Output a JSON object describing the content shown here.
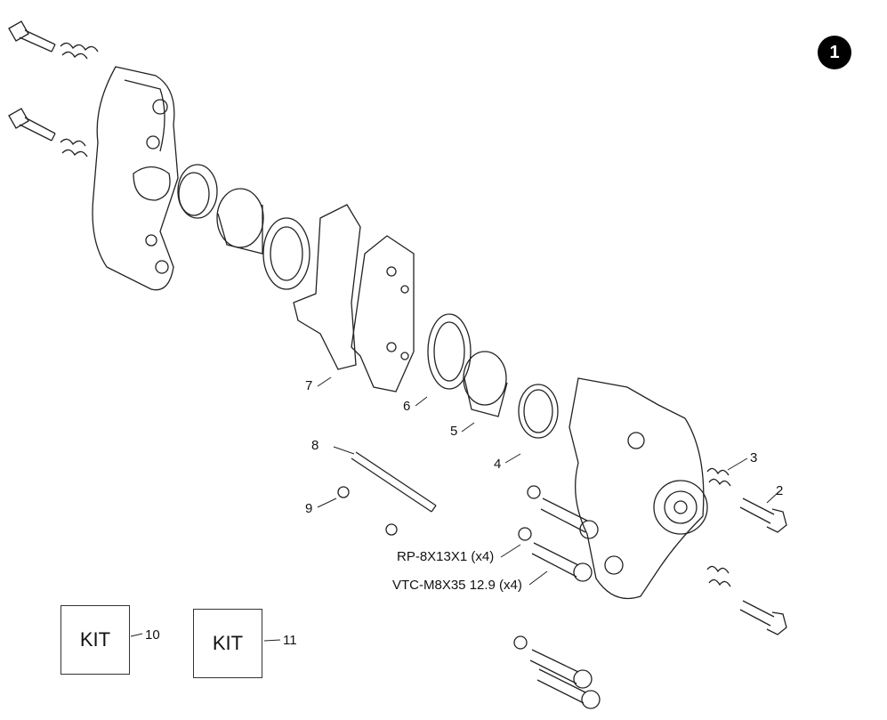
{
  "diagram": {
    "group_number": "1",
    "callouts": [
      {
        "id": "2",
        "text": "2"
      },
      {
        "id": "3",
        "text": "3"
      },
      {
        "id": "4",
        "text": "4"
      },
      {
        "id": "5",
        "text": "5"
      },
      {
        "id": "6",
        "text": "6"
      },
      {
        "id": "7",
        "text": "7"
      },
      {
        "id": "8",
        "text": "8"
      },
      {
        "id": "9",
        "text": "9"
      },
      {
        "id": "10",
        "text": "10"
      },
      {
        "id": "11",
        "text": "11"
      }
    ],
    "notes": {
      "washer": "RP-8X13X1 (x4)",
      "bolt": "VTC-M8X35 12.9 (x4)"
    },
    "kits": [
      {
        "label": "KIT",
        "callout": "10"
      },
      {
        "label": "KIT",
        "callout": "11"
      }
    ]
  }
}
